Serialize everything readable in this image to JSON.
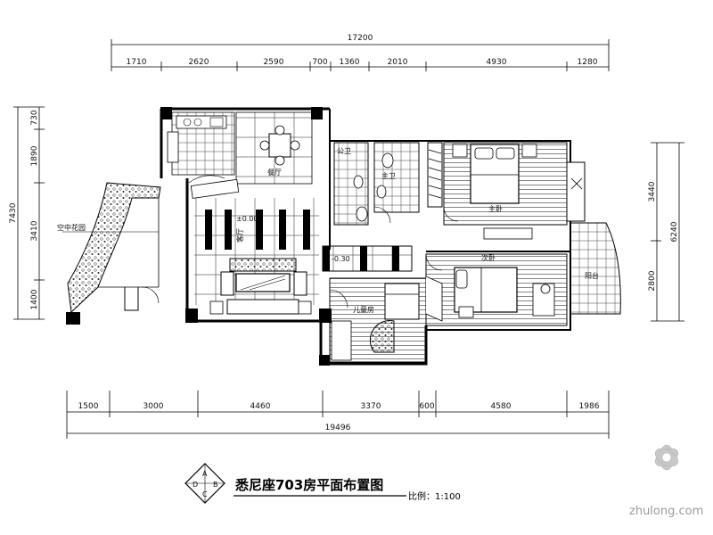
{
  "dims": {
    "top_total": "17200",
    "top_segments": [
      "1710",
      "2620",
      "2590",
      "700",
      "1360",
      "2010",
      "4930",
      "1280"
    ],
    "bottom_segments": [
      "1500",
      "3000",
      "4460",
      "3370",
      "600",
      "4580",
      "1986"
    ],
    "bottom_total": "19496",
    "left_total": "7430",
    "left_segments": [
      "730",
      "1890",
      "3410",
      "1400"
    ],
    "right_total": "6240",
    "right_segments": [
      "3440",
      "2800"
    ]
  },
  "rooms": {
    "roof_garden": "空中花园",
    "public_toilet": "公卫",
    "master_toilet": "主卫",
    "master_bedroom": "主卧",
    "second_bedroom": "次卧",
    "balcony": "阳台",
    "kids_room": "儿童房",
    "dining": "餐厅",
    "living": "客厅"
  },
  "levels": {
    "living": "±0.00",
    "corridor": "-0.30"
  },
  "title": "悉尼座703房平面布置图",
  "scale": "比例：1:100",
  "compass": {
    "top": "A",
    "left": "D",
    "right": "B",
    "bottom": "C"
  },
  "watermark": "zhulong.com"
}
